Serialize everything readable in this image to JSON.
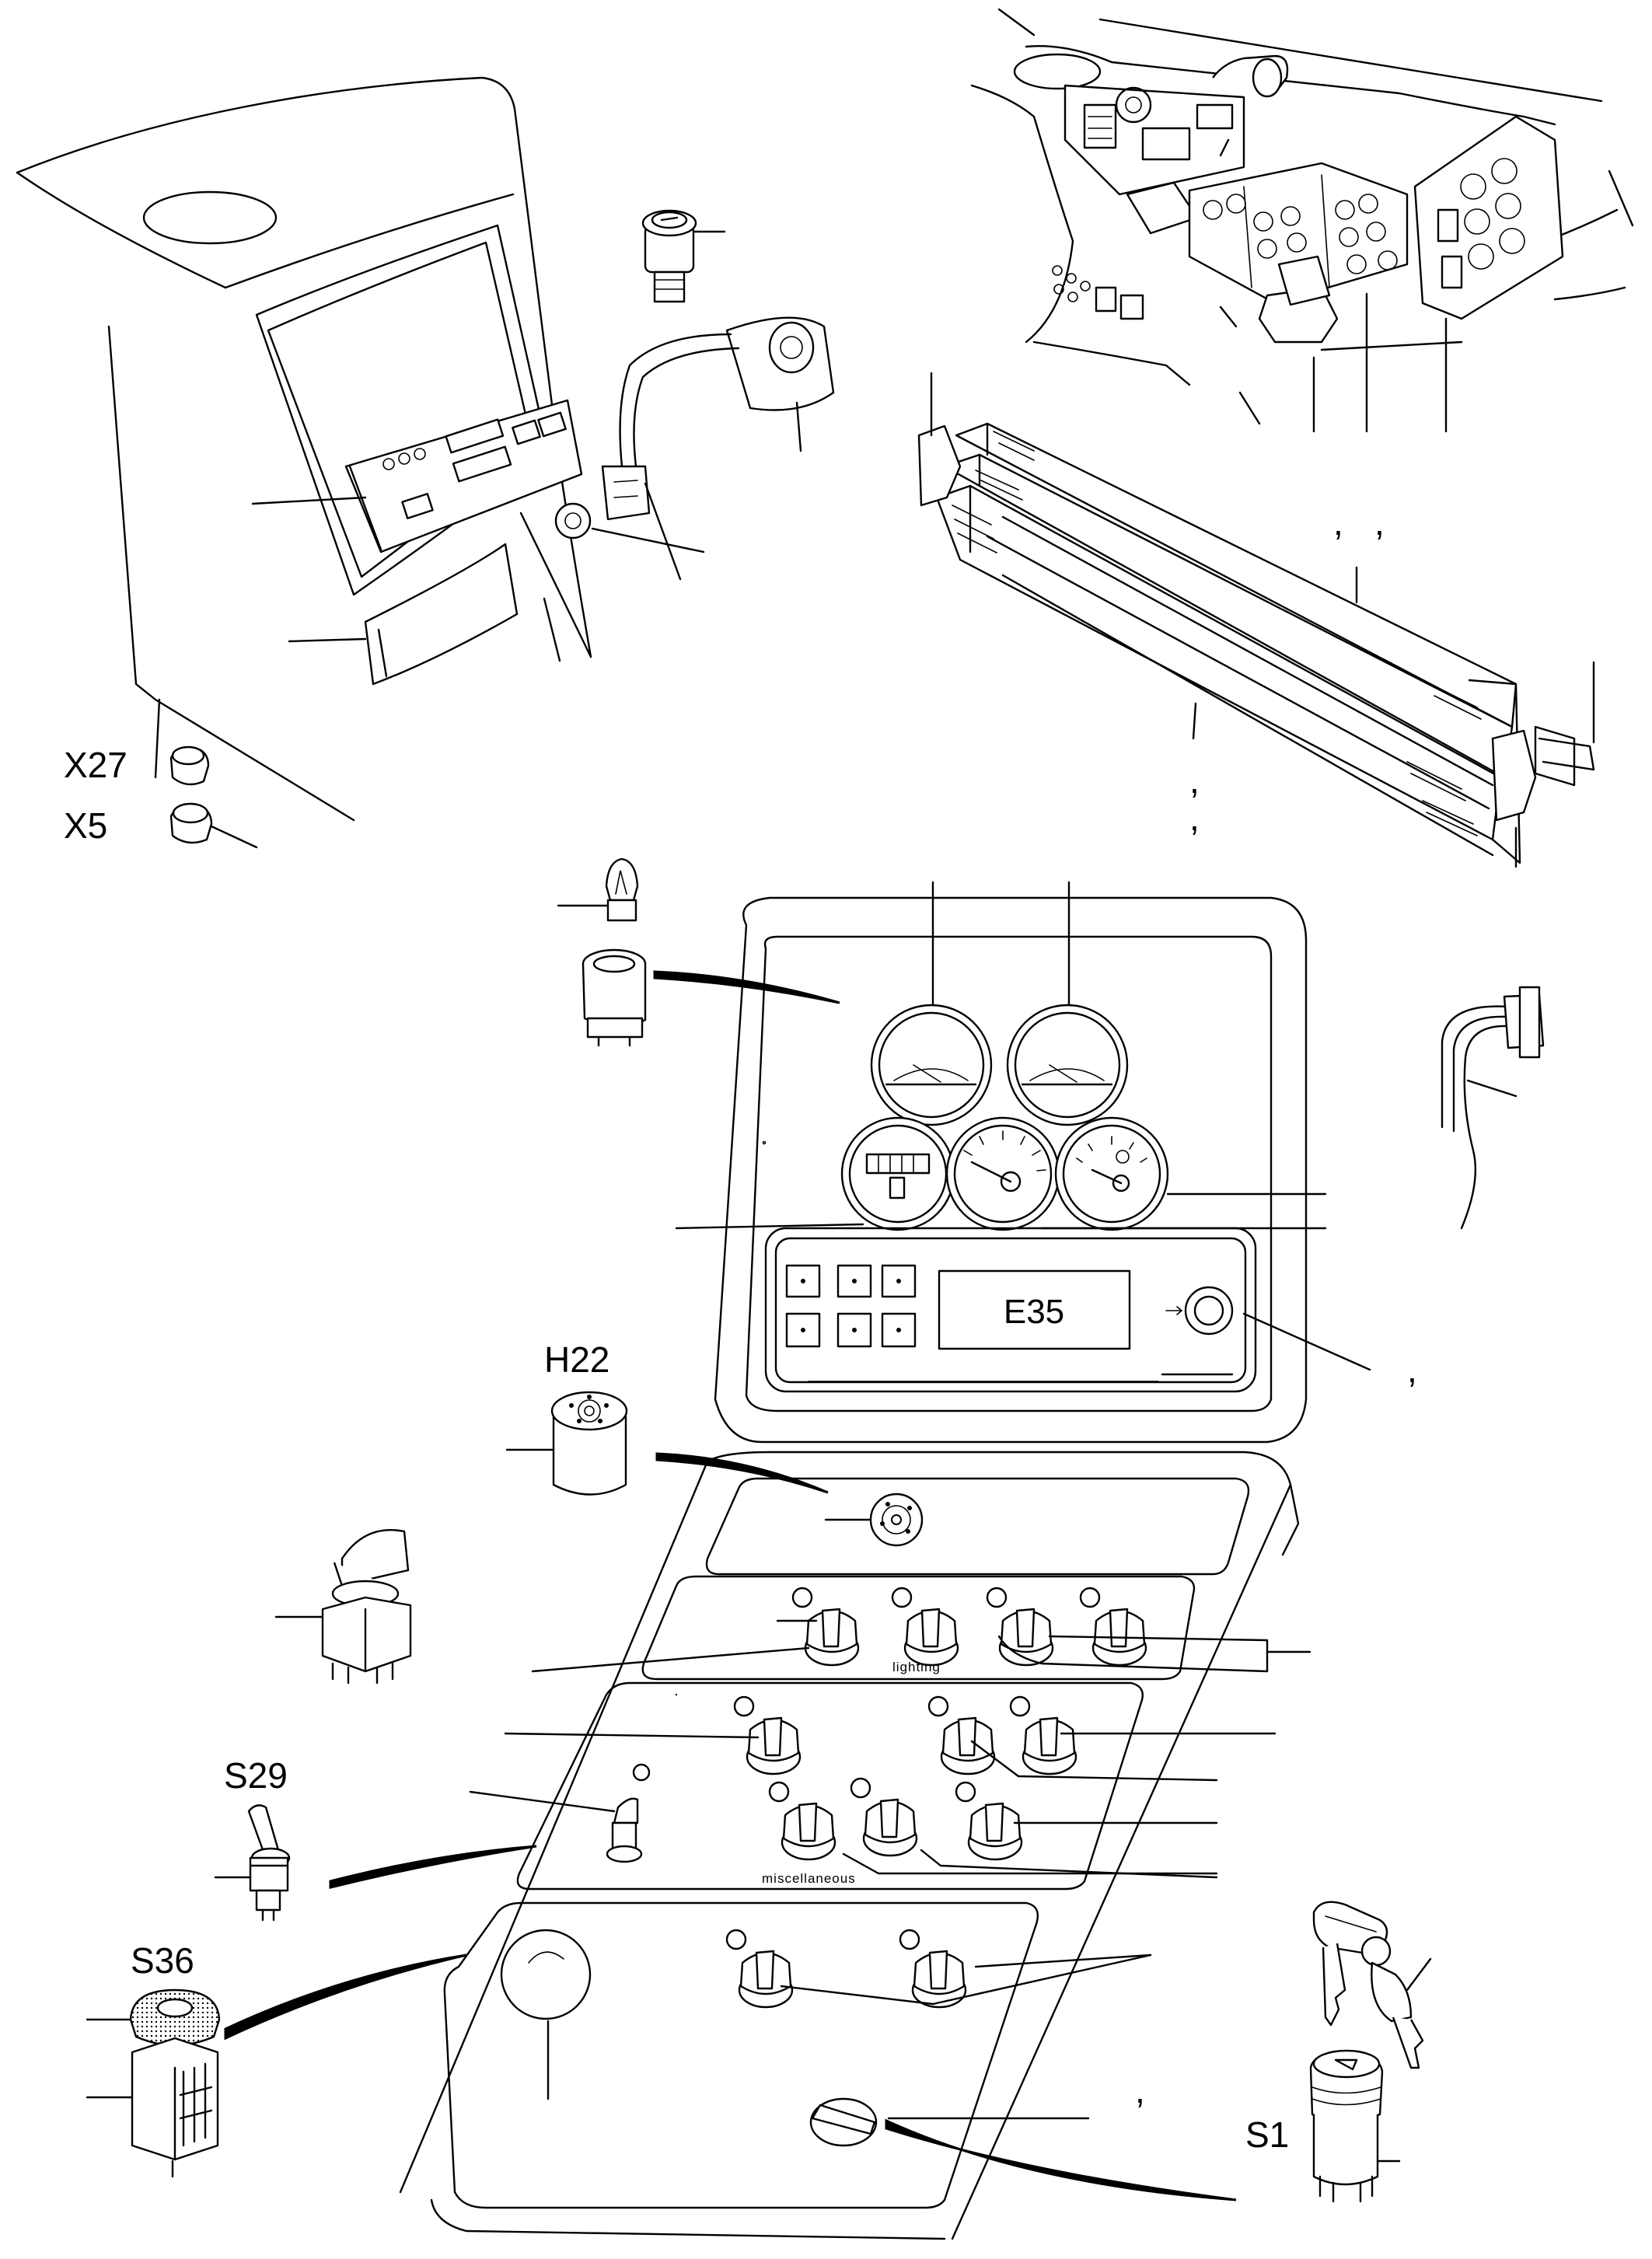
{
  "labels": {
    "x27": "X27",
    "x5": "X5",
    "h22": "H22",
    "s29": "S29",
    "s36": "S36",
    "s1": "S1",
    "display": "E35",
    "lighting": "lighting",
    "miscellaneous": "miscellaneous",
    "comma": ","
  }
}
